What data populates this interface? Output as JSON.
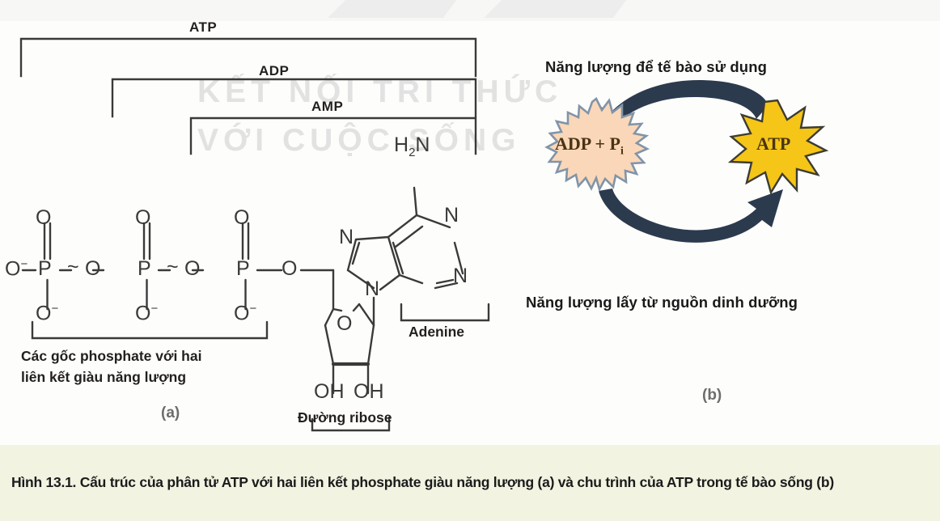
{
  "watermark": {
    "line1": "KẾT NỐI TRI THỨC",
    "line2": "VỚI CUỘC SỐNG"
  },
  "panel_a": {
    "id_label": "(a)",
    "brackets": [
      {
        "name": "ATP",
        "label": "ATP"
      },
      {
        "name": "ADP",
        "label": "ADP"
      },
      {
        "name": "AMP",
        "label": "AMP"
      }
    ],
    "phosphate_caption_line1": "Các gốc phosphate với hai",
    "phosphate_caption_line2": "liên kết giàu năng lượng",
    "ribose_caption": "Đường ribose",
    "adenine_label": "Adenine",
    "atoms": {
      "amine": "H",
      "amine_sub": "2",
      "amine_n": "N",
      "o_minus_left": "O",
      "minus": "−",
      "p": "P",
      "o": "O",
      "n": "N",
      "oh": "OH",
      "tilde": "~",
      "dash": "—"
    },
    "formula_chain": "O⁻—P~O—P~O—P—O"
  },
  "panel_b": {
    "id_label": "(b)",
    "top_label": "Năng lượng để tế bào sử dụng",
    "bottom_label": "Năng lượng lấy từ nguồn dinh dưỡng",
    "node_left": "ADP + P",
    "node_left_sub": "i",
    "node_right": "ATP"
  },
  "caption": "Hình 13.1. Cấu trúc của phân tử ATP với hai liên kết phosphate giàu năng lượng (a) và chu trình của ATP trong tế bào sống (b)",
  "colors": {
    "band": "#F2F3E1",
    "arrow": "#2C3A4E",
    "star_atp": "#F5C518",
    "star_atp_edge": "#3C3C32",
    "burst_adp": "#F9D7B8",
    "burst_adp_edge": "#8194A8",
    "line": "#3A3A3A",
    "watermark": "#E2E2E2"
  }
}
